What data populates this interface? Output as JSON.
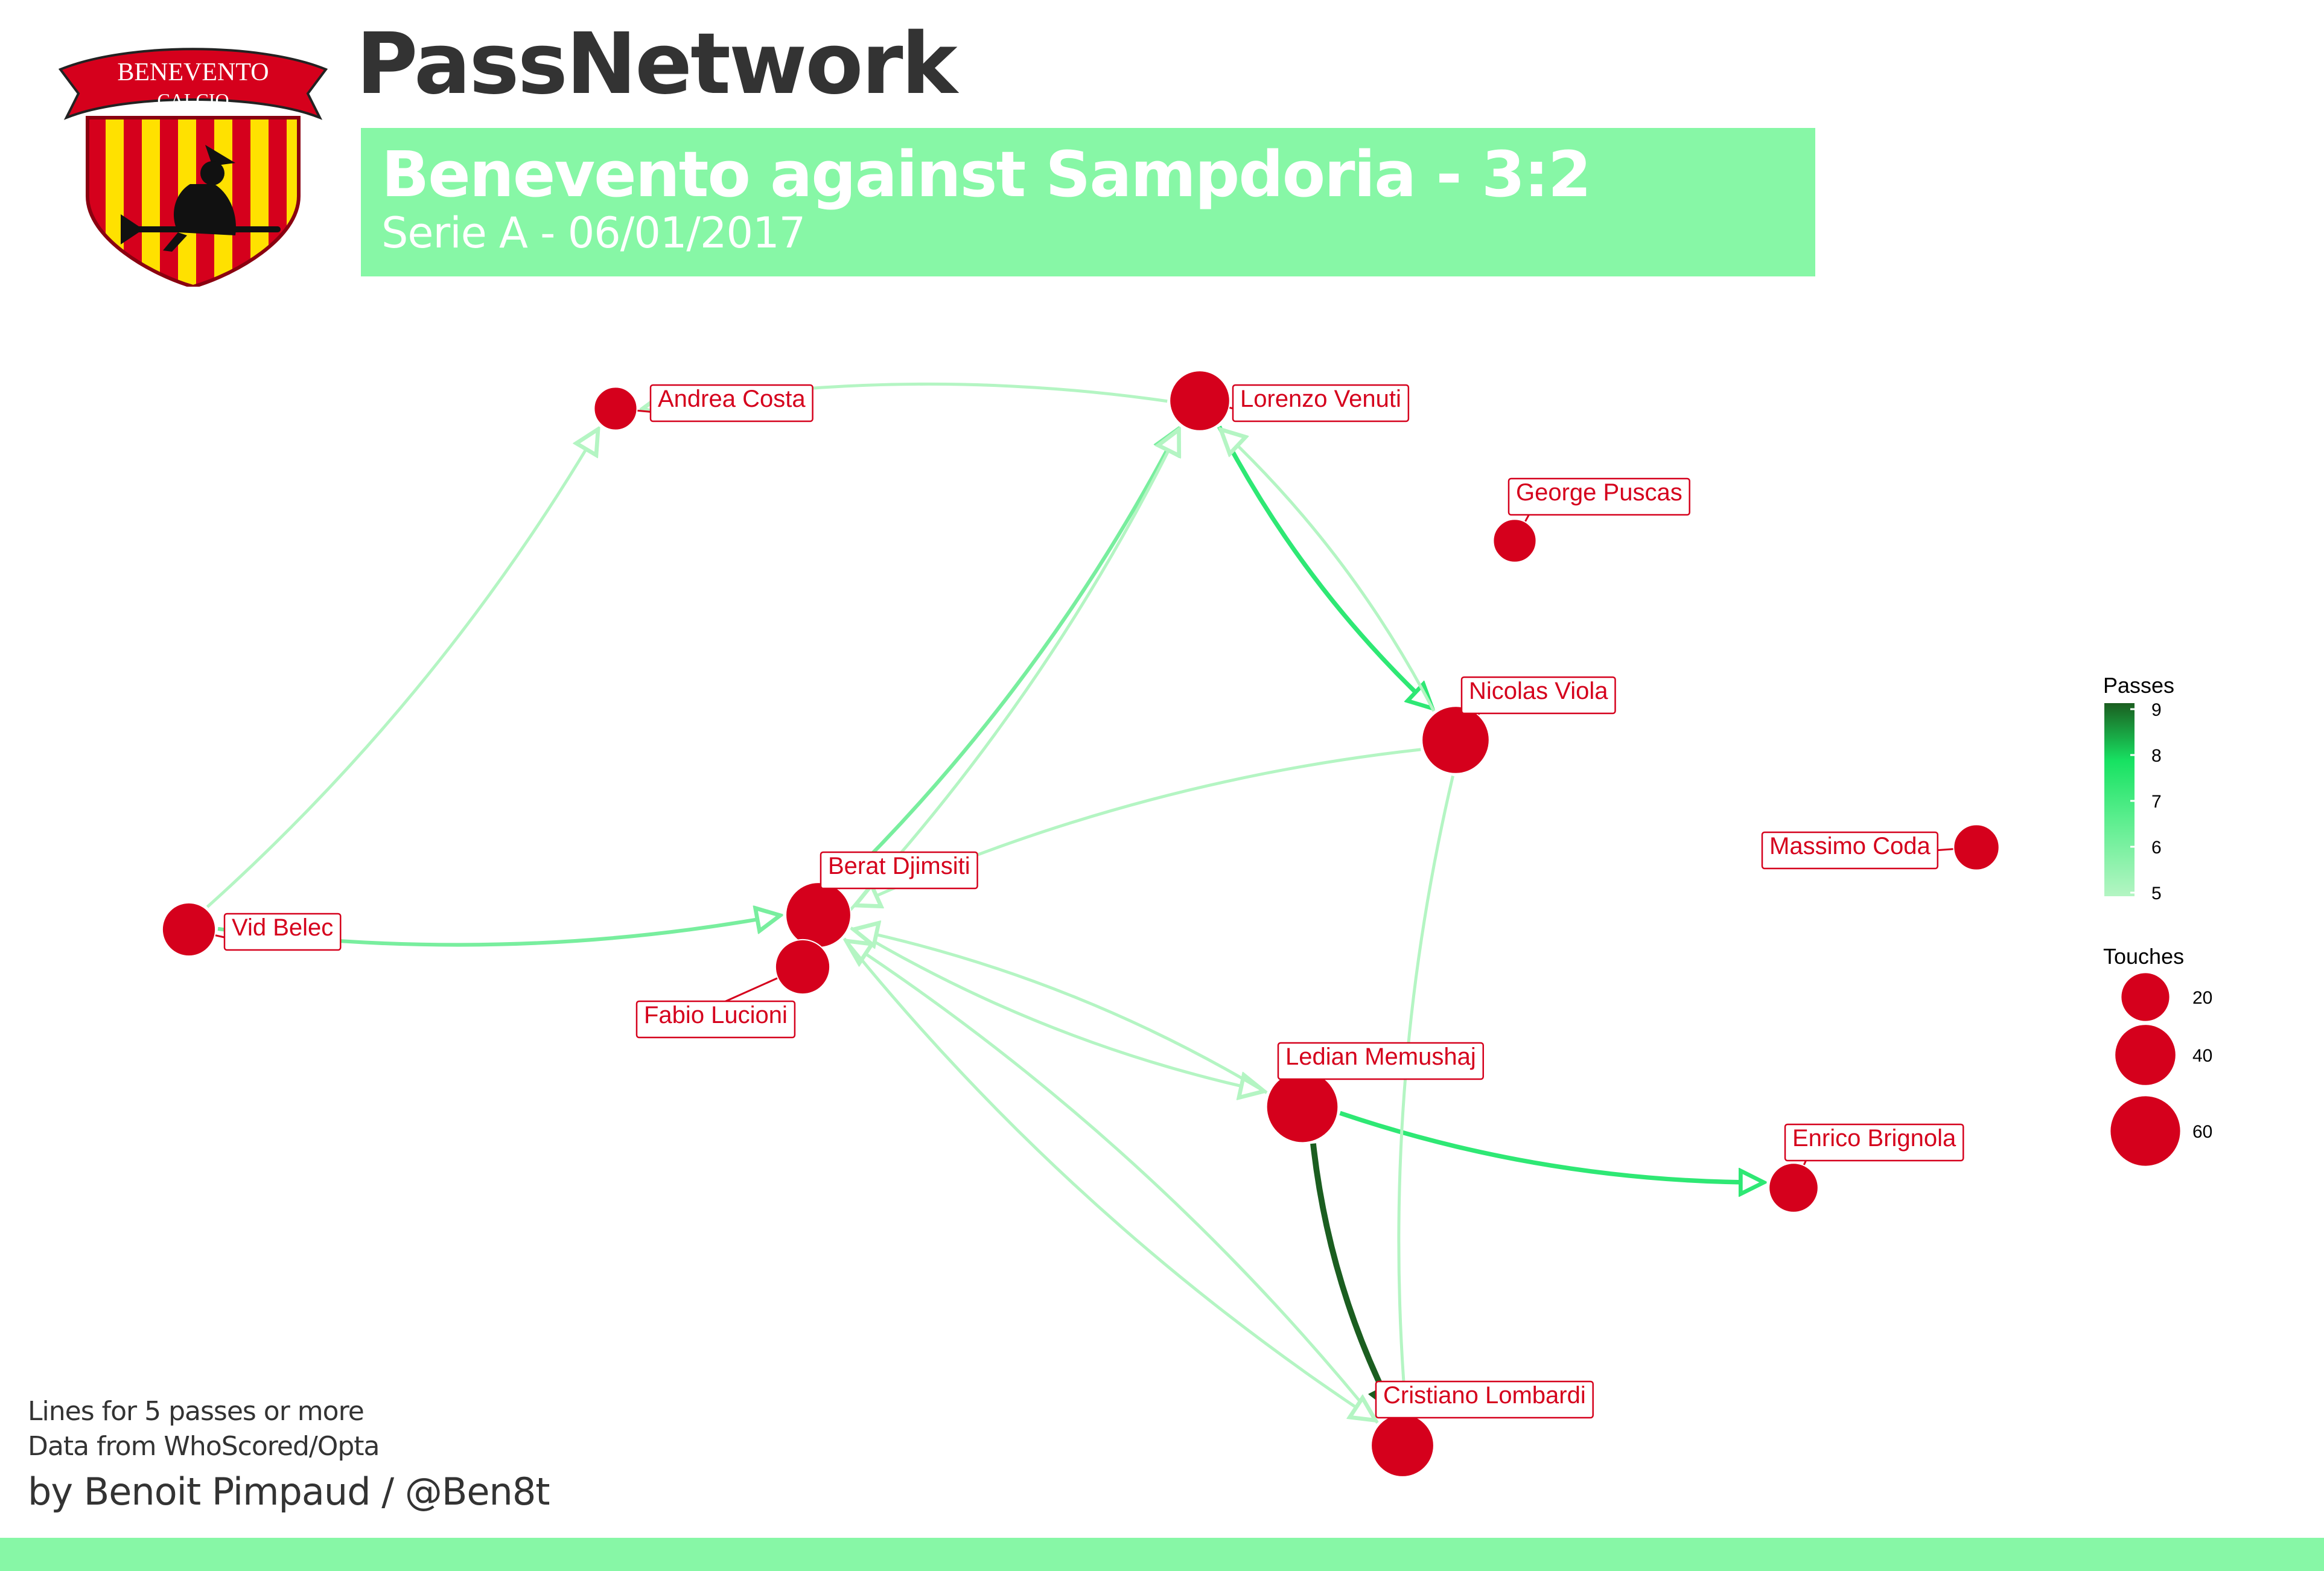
{
  "header": {
    "title": "PassNetwork",
    "match_title": "Benevento against Sampdoria - 3:2",
    "subtitle": "Serie A - 06/01/2017"
  },
  "logo": {
    "banner_line1": "BENEVENTO",
    "banner_line2": "CALCIO",
    "icon": "witch-on-broom-icon"
  },
  "colors": {
    "accent": "#87F7A6",
    "node": "#D5001C",
    "label_text": "#D5001C",
    "edge_low": "#B4F5C3",
    "edge_mid": "#2EE874",
    "edge_high": "#1B5E20"
  },
  "players": [
    {
      "id": "andrea-costa",
      "name": "Andrea Costa",
      "touches": 14
    },
    {
      "id": "lorenzo-venuti",
      "name": "Lorenzo Venuti",
      "touches": 40
    },
    {
      "id": "george-puscas",
      "name": "George Puscas",
      "touches": 14
    },
    {
      "id": "nicolas-viola",
      "name": "Nicolas Viola",
      "touches": 55
    },
    {
      "id": "massimo-coda",
      "name": "Massimo Coda",
      "touches": 17
    },
    {
      "id": "berat-djimsiti",
      "name": "Berat Djimsiti",
      "touches": 50
    },
    {
      "id": "fabio-lucioni",
      "name": "Fabio Lucioni",
      "touches": 30
    },
    {
      "id": "vid-belec",
      "name": "Vid Belec",
      "touches": 28
    },
    {
      "id": "ledian-memushaj",
      "name": "Ledian Memushaj",
      "touches": 65
    },
    {
      "id": "enrico-brignola",
      "name": "Enrico Brignola",
      "touches": 22
    },
    {
      "id": "cristiano-lombardi",
      "name": "Cristiano Lombardi",
      "touches": 45
    }
  ],
  "passes": [
    {
      "from": "vid-belec",
      "to": "andrea-costa",
      "count": 5
    },
    {
      "from": "lorenzo-venuti",
      "to": "andrea-costa",
      "count": 5
    },
    {
      "from": "vid-belec",
      "to": "berat-djimsiti",
      "count": 6
    },
    {
      "from": "berat-djimsiti",
      "to": "lorenzo-venuti",
      "count": 6
    },
    {
      "from": "fabio-lucioni",
      "to": "lorenzo-venuti",
      "count": 5
    },
    {
      "from": "lorenzo-venuti",
      "to": "nicolas-viola",
      "count": 7
    },
    {
      "from": "nicolas-viola",
      "to": "lorenzo-venuti",
      "count": 5
    },
    {
      "from": "nicolas-viola",
      "to": "berat-djimsiti",
      "count": 5
    },
    {
      "from": "berat-djimsiti",
      "to": "ledian-memushaj",
      "count": 5
    },
    {
      "from": "ledian-memushaj",
      "to": "berat-djimsiti",
      "count": 5
    },
    {
      "from": "cristiano-lombardi",
      "to": "berat-djimsiti",
      "count": 5
    },
    {
      "from": "berat-djimsiti",
      "to": "cristiano-lombardi",
      "count": 5
    },
    {
      "from": "ledian-memushaj",
      "to": "enrico-brignola",
      "count": 7
    },
    {
      "from": "ledian-memushaj",
      "to": "cristiano-lombardi",
      "count": 9
    },
    {
      "from": "nicolas-viola",
      "to": "cristiano-lombardi",
      "count": 5
    }
  ],
  "legend": {
    "passes_title": "Passes",
    "passes_ticks": [
      "9",
      "8",
      "7",
      "6",
      "5"
    ],
    "touches_title": "Touches",
    "touches_ticks": [
      "20",
      "40",
      "60"
    ]
  },
  "footer": {
    "note1": "Lines for 5 passes or more",
    "note2": "Data from WhoScored/Opta",
    "credit": "by Benoit Pimpaud / @Ben8t"
  }
}
